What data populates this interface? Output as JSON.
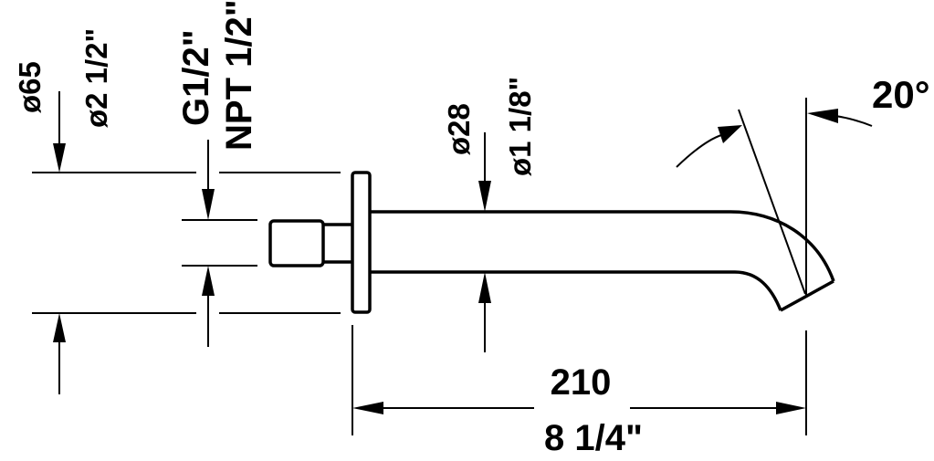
{
  "drawing": {
    "subject": "wall-mounted bath spout dimension drawing",
    "colors": {
      "line": "#000000",
      "background": "#ffffff"
    },
    "dimensions": {
      "rosette_diameter": {
        "metric": "ø65",
        "imperial": "ø2 1/2\""
      },
      "thread": {
        "metric": "G1/2\"",
        "imperial": "NPT 1/2\""
      },
      "spout_diameter": {
        "metric": "ø28",
        "imperial": "ø1 1/8\""
      },
      "projection": {
        "metric": "210",
        "imperial": "8 1/4\""
      },
      "outlet_angle": {
        "value": "20°"
      }
    }
  }
}
